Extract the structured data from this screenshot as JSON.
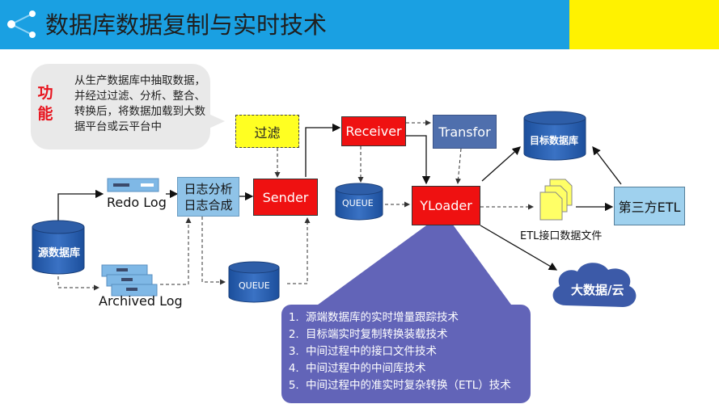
{
  "header": {
    "title": "数据库数据复制与实时技术",
    "colors": {
      "blue": "#1aa0e2",
      "yellow": "#fff200"
    }
  },
  "callout": {
    "label": "功能",
    "text": "从生产数据库中抽取数据，并经过过滤、分析、整合、转换后，将数据加载到大数据平台或云平台中"
  },
  "nodes": {
    "source_db": "源数据库",
    "redo_log": "Redo Log",
    "archived_log": "Archived Log",
    "log_analysis": "日志分析",
    "log_merge": "日志合成",
    "queue_bottom": "QUEUE",
    "filter": "过滤",
    "sender": "Sender",
    "receiver": "Receiver",
    "queue_mid": "QUEUE",
    "transfor": "Transfor",
    "yloader": "YLoader",
    "target_db": "目标数据库",
    "etl_files": "ETL接口数据文件",
    "third_party_etl": "第三方ETL",
    "bigdata_cloud": "大数据/云"
  },
  "techniques": [
    "源端数据库的实时增量跟踪技术",
    "目标端实时复制转换装载技术",
    "中间过程中的接口文件技术",
    "中间过程中的中间库技术",
    "中间过程中的准实时复杂转换（ETL）技术"
  ]
}
